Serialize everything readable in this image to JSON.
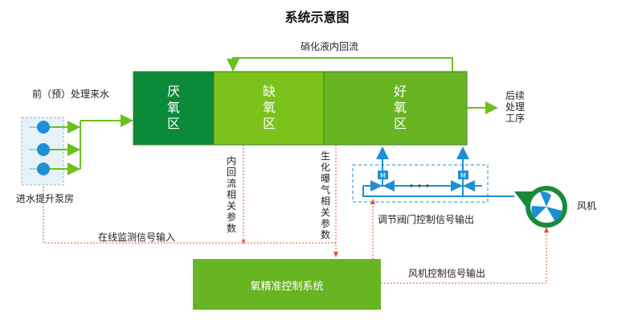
{
  "title": "系统示意图",
  "inflow_label": "前（预）处理来水",
  "pump_house_label": "进水提升泵房",
  "zones": [
    {
      "label": "厌氧区",
      "color": "#0b8a3a"
    },
    {
      "label": "缺氧区",
      "color": "#7bc21a"
    },
    {
      "label": "好氧区",
      "color": "#67b522"
    }
  ],
  "recycle_label": "硝化液内回流",
  "downstream_label": "后续处理工序",
  "internal_param_label": "内回流相关参数",
  "aeration_param_label": "生化曝气相关参数",
  "online_signal_label": "在线监测信号输入",
  "valve_signal_label": "调节阀门控制信号输出",
  "blower_label": "风机",
  "blower_signal_label": "风机控制信号输出",
  "control_system_label": "氧精准控制系统",
  "valve_badge": "M",
  "colors": {
    "green_line": "#6cbf1e",
    "blue": "#1e8fd6",
    "red_dotted": "#d9573a",
    "pump_box": "#e6f2f8",
    "controller": "#67b522",
    "blower": "#1a8a3a"
  }
}
